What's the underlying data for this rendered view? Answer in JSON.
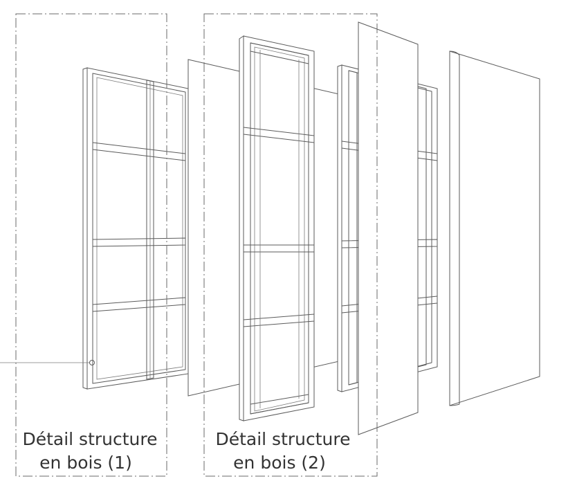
{
  "labels": {
    "detail_1_line1": "Détail structure",
    "detail_1_line2": "en bois (1)",
    "detail_2_line1": "Détail structure",
    "detail_2_line2": "en bois (2)"
  },
  "colors": {
    "line": "#5a5a5a",
    "background": "#ffffff",
    "text": "#333333"
  }
}
